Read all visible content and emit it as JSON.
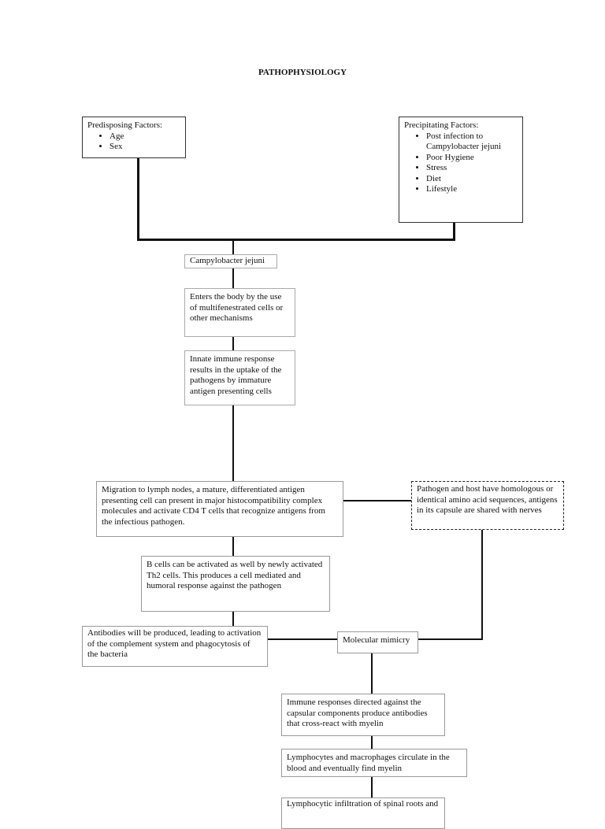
{
  "title": "PATHOPHYSIOLOGY",
  "predisposing": {
    "heading": "Predisposing Factors:",
    "items": [
      "Age",
      "Sex"
    ]
  },
  "precipitating": {
    "heading": "Precipitating Factors:",
    "items": [
      "Post infection to Campylobacter jejuni",
      "Poor Hygiene",
      "Stress",
      "Diet",
      "Lifestyle"
    ]
  },
  "nodes": {
    "campylobacter": "Campylobacter jejuni",
    "enters": "Enters the body by the use of multifenestrated cells or other mechanisms",
    "innate": "Innate immune response results in the uptake of the pathogens by immature antigen presenting cells",
    "migration": "Migration to lymph nodes, a mature, differentiated antigen presenting cell can present in major histocompatibility complex molecules and activate CD4 T cells that recognize antigens from the infectious pathogen.",
    "homologous": "Pathogen and host have homologous or identical amino acid sequences, antigens in its capsule are shared with nerves",
    "bcells": "B cells can be activated as well by newly activated Th2 cells. This produces a cell mediated and humoral response against the pathogen",
    "antibodies": "Antibodies will be produced, leading to activation of the complement system and phagocytosis of the bacteria",
    "mimicry": "Molecular mimicry",
    "immune": "Immune responses directed against the capsular components produce antibodies that cross-react with myelin",
    "lymphocytes": "Lymphocytes and macrophages circulate in the blood and eventually find myelin",
    "infiltration": "Lymphocytic infiltration of spinal roots and"
  }
}
